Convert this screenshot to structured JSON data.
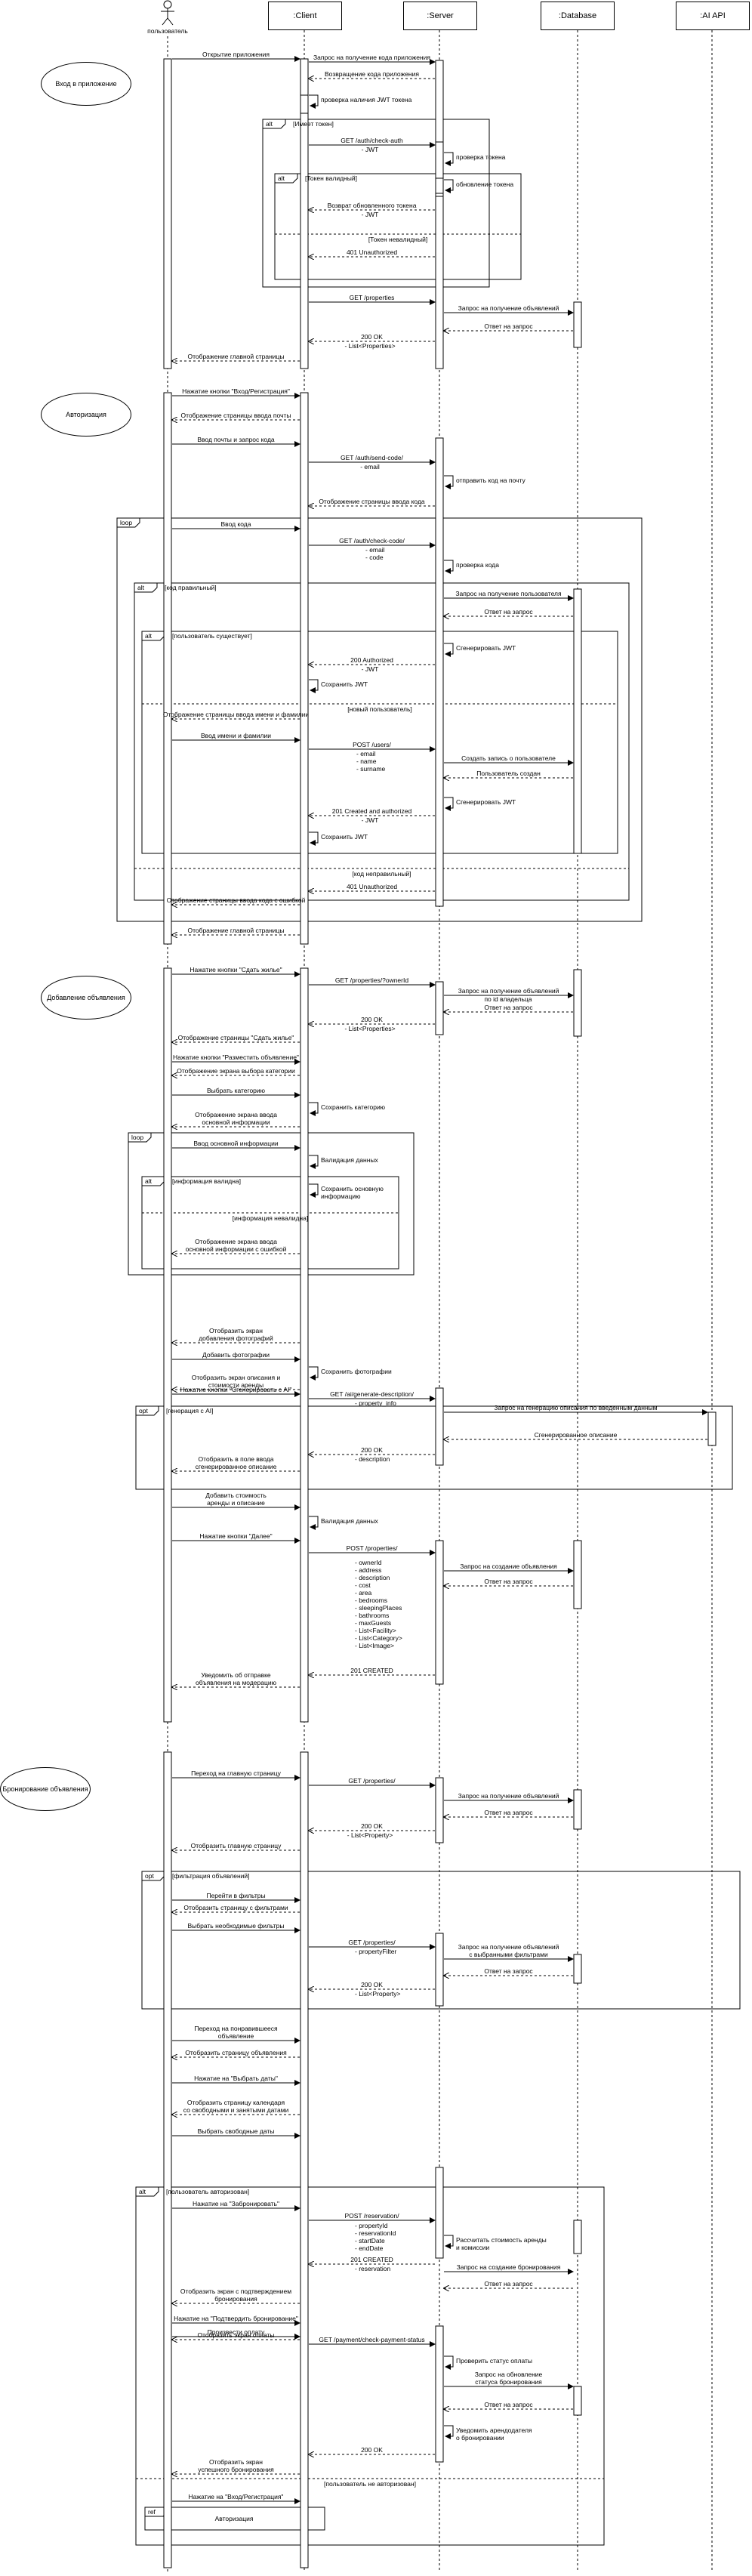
{
  "participants": {
    "user": "пользователь",
    "client": ":Client",
    "server": ":Server",
    "database": ":Database",
    "ai": ":AI API"
  },
  "sections": {
    "login": "Вход в приложение",
    "auth": "Авторизация",
    "add_listing": "Добавление объявления",
    "booking": "Бронирование объявления"
  },
  "frame_tags": {
    "alt": "alt",
    "loop": "loop",
    "opt": "opt",
    "ref": "ref"
  },
  "login": {
    "m1": "Открытие приложения",
    "m2": "Запрос на получение кода приложения",
    "m3": "Возвращение кода приложения",
    "m4": "проверка наличия JWT токена",
    "g1": "[Имеет токен]",
    "m5": "GET /auth/check-auth",
    "m6": "- JWT",
    "m7": "проверка токена",
    "g2": "[Токен валидный]",
    "m8": "обновление токена",
    "m9": "Возврат обновленного токена",
    "m10": "- JWT",
    "g3": "[Токен невалидный]",
    "m11": "401 Unauthorized",
    "m12": "GET /properties",
    "m13": "Запрос на получение объявлений",
    "m14": "Ответ на запрос",
    "m15": "200 OK",
    "m16": "- List<Properties>",
    "m17": "Отображение главной страницы"
  },
  "auth": {
    "m1": "Нажатие кнопки \"Вход/Регистрация\"",
    "m2": "Отображение страницы ввода почты",
    "m3": "Ввод почты и запрос кода",
    "m4": "GET /auth/send-code/",
    "m5": "- email",
    "m6": "отправить код на почту",
    "m7": "Отображение страницы ввода кода",
    "m8": "Ввод кода",
    "m9": "GET /auth/check-code/",
    "m10": "- email",
    "m11": "- code",
    "m12": "проверка кода",
    "g1": "[код правильный]",
    "m13": "Запрос на получение пользователя",
    "m14": "Ответ на запрос",
    "g2": "[пользователь существует]",
    "m15": "Сгенерировать JWT",
    "m16": "200 Authorized",
    "m17": "- JWT",
    "m18": "Сохранить JWT",
    "g3": "[новый пользователь]",
    "m19": "Отображение страницы ввода имени и фамилии",
    "m20": "Ввод имени и фамилии",
    "m21": "POST /users/",
    "m22": "- email",
    "m23": "- name",
    "m24": "- surname",
    "m25": "Создать запись о пользователе",
    "m26": "Пользователь создан",
    "m27": "Сгенерировать JWT",
    "m28": "201 Created and authorized",
    "m29": "- JWT",
    "m30": "Сохранить JWT",
    "g4": "[код неправильный]",
    "m31": "401 Unauthorized",
    "m32": "Отображение страницы ввода кода с ошибкой",
    "m33": "Отображение главной страницы"
  },
  "add": {
    "m1": "Нажатие кнопки \"Сдать жилье\"",
    "m2": "GET /properties/?ownerId",
    "m3": "Запрос на получение объявлений",
    "m3b": "по id владельца",
    "m4": "Ответ на запрос",
    "m5": "200 OK",
    "m6": "- List<Properties>",
    "m7": "Отображение страницы \"Сдать жилье\"",
    "m8": "Нажатие кнопки \"Разместить объявление\"",
    "m9": "Отображение экрана выбора категории",
    "m10": "Выбрать категорию",
    "m11": "Сохранить категорию",
    "m12": "Отображение экрана ввода",
    "m12b": "основной информации",
    "m13": "Ввод основной информации",
    "m14": "Валидация данных",
    "g1": "[информация валидна]",
    "m15": "Сохранить основную",
    "m15b": "информацию",
    "g2": "[информация невалидна]",
    "m16": "Отображение экрана ввода",
    "m16b": "основной информации с ошибкой",
    "m17": "Отобразить экран",
    "m17b": "добавления фотографий",
    "m18": "Добавить фотографии",
    "m19": "Сохранить фотографии",
    "m20": "Отобразить экран описания и",
    "m20b": "стоимости аренды",
    "g3": "[генерация с AI]",
    "m21": "Нажатие кнопки \"Сгенерировать с AI\"",
    "m22": "GET /ai/generate-description/",
    "m23": "- property_info",
    "m24": "Запрос на генерацию описания по введенным данным",
    "m25": "Сгенерированное описание",
    "m26": "200 OK",
    "m27": "- description",
    "m28": "Отобразить в поле ввода",
    "m28b": "сгенерированное описание",
    "m29": "Добавить стоимость",
    "m29b": "аренды и описание",
    "m30": "Валидация данных",
    "m31": "Нажатие кнопки \"Далее\"",
    "m32": "POST /properties/",
    "params": [
      "- ownerId",
      "- address",
      "- description",
      "- cost",
      "- area",
      "- bedrooms",
      "- sleepingPlaces",
      "- bathrooms",
      "- maxGuests",
      "- List<Facility>",
      "- List<Category>",
      "- List<Image>"
    ],
    "m33": "Запрос на создание объявления",
    "m34": "Ответ на запрос",
    "m35": "201 CREATED",
    "m36": "Уведомить об отправке",
    "m36b": "объявления на модерацию"
  },
  "book": {
    "m1": "Переход на главную страницу",
    "m2": "GET /properties/",
    "m3": "Запрос на получение объявлений",
    "m4": "Ответ на запрос",
    "m5": "200 OK",
    "m6": "- List<Property>",
    "m7": "Отобразить главную страницу",
    "g1": "[фильтрация объявлений]",
    "m8": "Перейти в фильтры",
    "m9": "Отобразить страницу с фильтрами",
    "m10": "Выбрать необходимые фильтры",
    "m11": "GET /properties/",
    "m12": "- propertyFilter",
    "m13": "Запрос на получение объявлений",
    "m13b": "с выбранными фильтрами",
    "m14": "Ответ на запрос",
    "m15": "200 OK",
    "m16": "- List<Property>",
    "m17": "Переход на понравившееся",
    "m17b": "объявление",
    "m18": "Отобразить страницу объявления",
    "m19": "Нажатие на \"Выбрать даты\"",
    "m20": "Отобразить страницу календаря",
    "m20b": "со свободными и занятыми датами",
    "m21": "Выбрать свободные даты",
    "g2": "[пользователь авторизован]",
    "m22": "Нажатие на \"Забронировать\"",
    "m23": "POST /reservation/",
    "m24": "- propertyId",
    "m25": "- reservationId",
    "m26": "- startDate",
    "m27": "- endDate",
    "m28": "Рассчитать стоимость аренды",
    "m28b": "и комиссии",
    "m29": "Запрос на создание бронирования",
    "m30": "Ответ на запрос",
    "m31": "201 CREATED",
    "m32": "- reservation",
    "m33": "Отобразить экран с подтверждением",
    "m33b": "бронирования",
    "m34": "Нажатие на \"Подтвердить бронирование\"",
    "m35": "Отобразить экран оплаты",
    "m36": "Произвести оплату",
    "m37": "GET /payment/check-payment-status",
    "m38": "Проверить статус оплаты",
    "m39": "Запрос на обновление",
    "m39b": "статуса бронирования",
    "m40": "Ответ на запрос",
    "m41": "Уведомить арендодателя",
    "m41b": "о бронировании",
    "m42": "200 OK",
    "m43": "Отобразить экран",
    "m43b": "успешного бронирования",
    "g3": "[пользователь не авторизован]",
    "m44": "Нажатие на \"Вход/Регистрация\"",
    "ref": "Авторизация"
  }
}
